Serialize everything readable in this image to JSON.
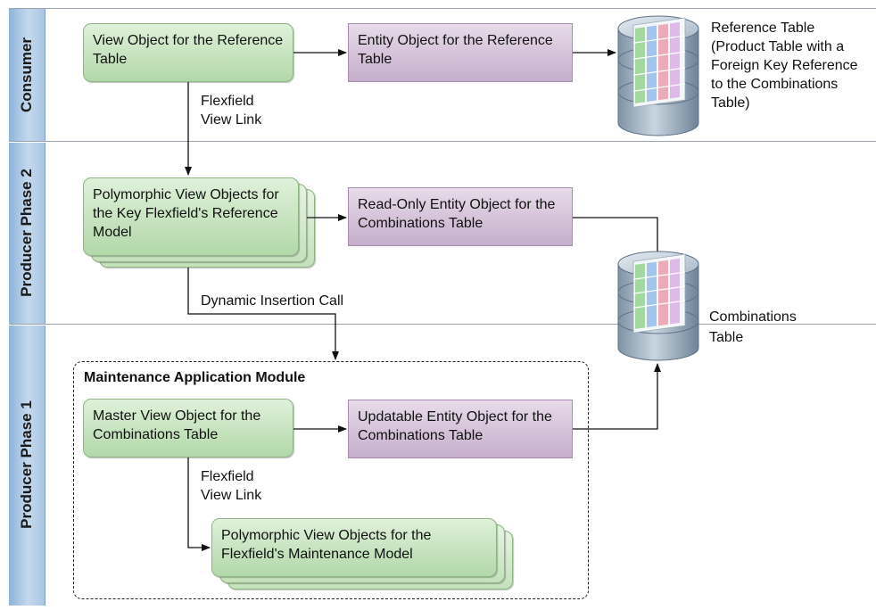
{
  "lanes": {
    "consumer": "Consumer",
    "phase2": "Producer  Phase 2",
    "phase1": "Producer  Phase 1"
  },
  "nodes": {
    "view_object_reference": "View Object for the Reference Table",
    "entity_object_reference": "Entity Object for the Reference Table",
    "polymorphic_reference_model": "Polymorphic View Objects for the Key Flexfield's Reference Model",
    "readonly_entity_object": "Read-Only Entity Object for the Combinations Table",
    "master_view_object": "Master View Object for the Combinations Table",
    "updatable_entity_object": "Updatable Entity Object for the Combinations Table",
    "polymorphic_maintenance_model": "Polymorphic View Objects for the Flexfield's Maintenance Model"
  },
  "labels": {
    "reference_table": "Reference Table (Product Table with a Foreign Key Reference to the Combinations Table)",
    "combinations_table": "Combinations Table",
    "flexfield_view_link_1": "Flexfield View Link",
    "dynamic_insertion_call": "Dynamic Insertion Call",
    "flexfield_view_link_2": "Flexfield View Link",
    "maintenance_module": "Maintenance Application Module"
  },
  "colors": {
    "lane_bar": "#a9c4e2",
    "green_node": "#b2d8a9",
    "purple_node": "#c5aecc",
    "database": "#9fb2c4"
  }
}
